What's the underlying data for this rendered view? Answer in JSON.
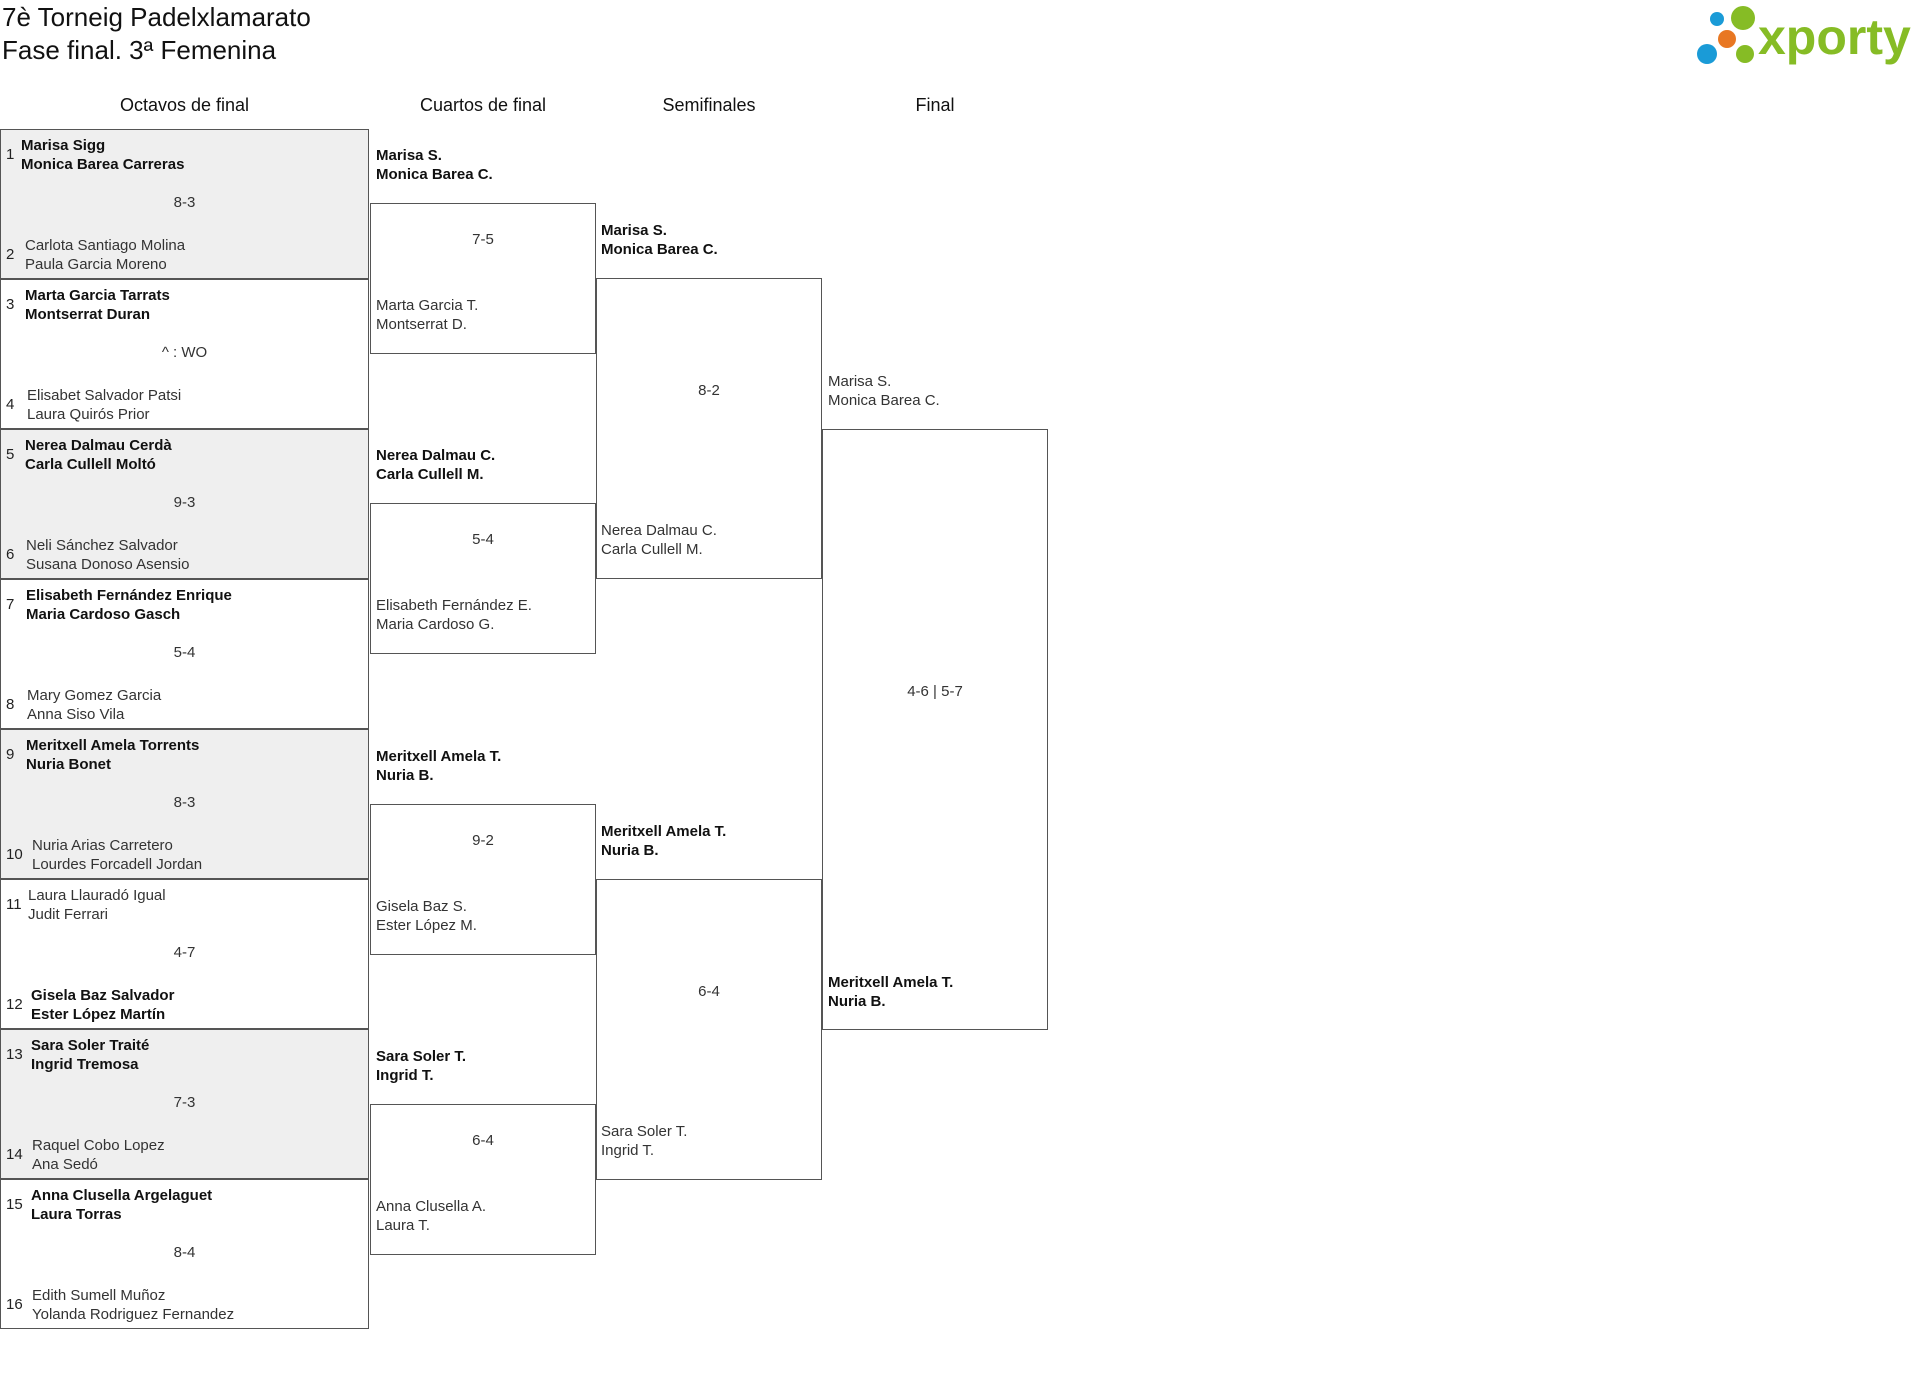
{
  "header": {
    "title_line1": "7è Torneig Padelxlamarato",
    "title_line2": "Fase final. 3ª Femenina",
    "logo_text": "xporty",
    "logo_colors": [
      "#86bc25",
      "#1a9bd7",
      "#e87722"
    ]
  },
  "rounds": [
    "Octavos de final",
    "Cuartos de final",
    "Semifinales",
    "Final"
  ],
  "octavos": [
    {
      "top": {
        "seed": "1",
        "p1": "Marisa Sigg",
        "p2": "Monica Barea Carreras",
        "winner": true
      },
      "score": "8-3",
      "bottom": {
        "seed": "2",
        "p1": "Carlota Santiago Molina",
        "p2": "Paula Garcia Moreno",
        "winner": false
      }
    },
    {
      "top": {
        "seed": "3",
        "p1": "Marta Garcia Tarrats",
        "p2": "Montserrat Duran",
        "winner": true
      },
      "score": "^ : WO",
      "bottom": {
        "seed": "4",
        "p1": "Elisabet Salvador Patsi",
        "p2": "Laura Quirós Prior",
        "winner": false
      }
    },
    {
      "top": {
        "seed": "5",
        "p1": "Nerea Dalmau Cerdà",
        "p2": "Carla Cullell Moltó",
        "winner": true
      },
      "score": "9-3",
      "bottom": {
        "seed": "6",
        "p1": "Neli Sánchez Salvador",
        "p2": "Susana Donoso Asensio",
        "winner": false
      }
    },
    {
      "top": {
        "seed": "7",
        "p1": "Elisabeth Fernández Enrique",
        "p2": "Maria Cardoso Gasch",
        "winner": true
      },
      "score": "5-4",
      "bottom": {
        "seed": "8",
        "p1": "Mary Gomez Garcia",
        "p2": "Anna Siso Vila",
        "winner": false
      }
    },
    {
      "top": {
        "seed": "9",
        "p1": "Meritxell Amela Torrents",
        "p2": "Nuria Bonet",
        "winner": true
      },
      "score": "8-3",
      "bottom": {
        "seed": "10",
        "p1": "Nuria Arias Carretero",
        "p2": "Lourdes Forcadell Jordan",
        "winner": false
      }
    },
    {
      "top": {
        "seed": "11",
        "p1": "Laura Llauradó Igual",
        "p2": "Judit Ferrari",
        "winner": false
      },
      "score": "4-7",
      "bottom": {
        "seed": "12",
        "p1": "Gisela Baz Salvador",
        "p2": "Ester López Martín",
        "winner": true
      }
    },
    {
      "top": {
        "seed": "13",
        "p1": "Sara Soler Traité",
        "p2": "Ingrid Tremosa",
        "winner": true
      },
      "score": "7-3",
      "bottom": {
        "seed": "14",
        "p1": "Raquel Cobo Lopez",
        "p2": "Ana Sedó",
        "winner": false
      }
    },
    {
      "top": {
        "seed": "15",
        "p1": "Anna Clusella Argelaguet",
        "p2": "Laura Torras",
        "winner": true
      },
      "score": "8-4",
      "bottom": {
        "seed": "16",
        "p1": "Edith Sumell Muñoz",
        "p2": "Yolanda Rodriguez Fernandez",
        "winner": false
      }
    }
  ],
  "cuartos": [
    {
      "top": {
        "p1": "Marisa S.",
        "p2": "Monica Barea C.",
        "winner": true
      },
      "score": "7-5",
      "bottom": {
        "p1": "Marta Garcia T.",
        "p2": "Montserrat D.",
        "winner": false
      }
    },
    {
      "top": {
        "p1": "Nerea Dalmau C.",
        "p2": "Carla Cullell M.",
        "winner": true
      },
      "score": "5-4",
      "bottom": {
        "p1": "Elisabeth Fernández E.",
        "p2": "Maria Cardoso G.",
        "winner": false
      }
    },
    {
      "top": {
        "p1": "Meritxell Amela T.",
        "p2": "Nuria B.",
        "winner": true
      },
      "score": "9-2",
      "bottom": {
        "p1": "Gisela Baz S.",
        "p2": "Ester López M.",
        "winner": false
      }
    },
    {
      "top": {
        "p1": "Sara Soler T.",
        "p2": "Ingrid T.",
        "winner": true
      },
      "score": "6-4",
      "bottom": {
        "p1": "Anna Clusella A.",
        "p2": "Laura T.",
        "winner": false
      }
    }
  ],
  "semis": [
    {
      "top": {
        "p1": "Marisa S.",
        "p2": "Monica Barea C.",
        "winner": true
      },
      "score": "8-2",
      "bottom": {
        "p1": "Nerea Dalmau C.",
        "p2": "Carla Cullell M.",
        "winner": false
      }
    },
    {
      "top": {
        "p1": "Meritxell Amela T.",
        "p2": "Nuria B.",
        "winner": true
      },
      "score": "6-4",
      "bottom": {
        "p1": "Sara Soler T.",
        "p2": "Ingrid T.",
        "winner": false
      }
    }
  ],
  "final": {
    "top": {
      "p1": "Marisa S.",
      "p2": "Monica Barea C.",
      "winner": false
    },
    "score": "4-6 | 5-7",
    "bottom": {
      "p1": "Meritxell Amela T.",
      "p2": "Nuria B.",
      "winner": true
    }
  }
}
